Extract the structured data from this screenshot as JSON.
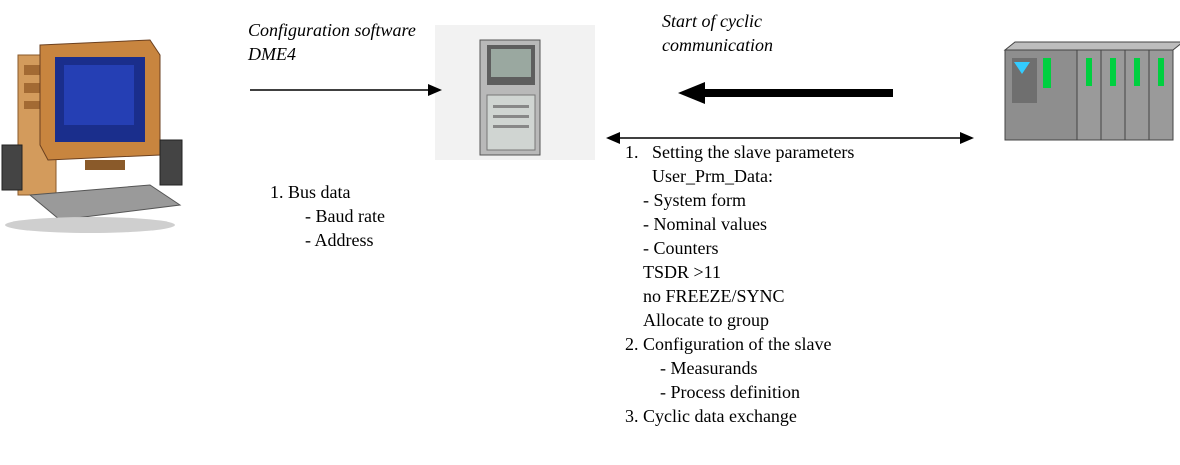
{
  "labels": {
    "config_software": [
      "Configuration software",
      "DME4"
    ],
    "cyclic_start": [
      "Start of cyclic",
      "communication"
    ]
  },
  "bus_data": {
    "title": "1. Bus data",
    "items": [
      "- Baud rate",
      "- Address"
    ]
  },
  "slave_params": {
    "lines": [
      "1.   Setting the slave parameters",
      "  User_Prm_Data:",
      "- System form",
      "- Nominal values",
      "- Counters",
      "TSDR >11",
      "no FREEZE/SYNC",
      "Allocate to group"
    ]
  },
  "slave_config": {
    "title": "2. Configuration of the slave",
    "items": [
      "- Measurands",
      "- Process definition"
    ]
  },
  "cyclic_exchange": "3. Cyclic data exchange",
  "icons": {
    "pc": "desktop-computer-icon",
    "device": "measuring-device-icon",
    "plc": "plc-master-icon"
  },
  "colors": {
    "monitor_screen": "#1a2e8c",
    "monitor_case": "#c8853f",
    "device_body": "#8a8a8a",
    "plc_body": "#8e8e8e",
    "plc_led": "#00d040"
  }
}
